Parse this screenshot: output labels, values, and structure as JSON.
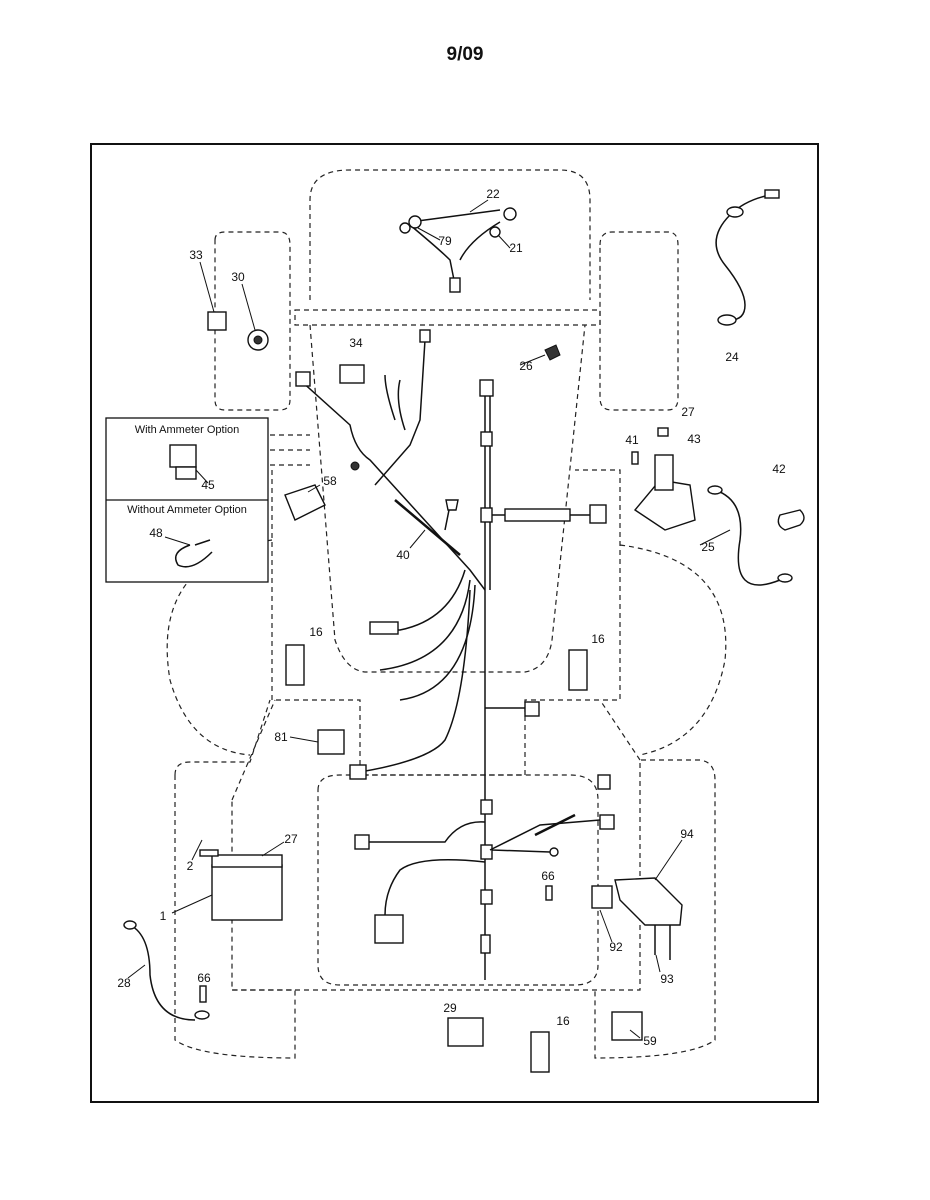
{
  "page_code": "9/09",
  "options": {
    "with_ammeter": "With Ammeter Option",
    "without_ammeter": "Without Ammeter Option"
  },
  "callouts": [
    "22",
    "79",
    "21",
    "33",
    "30",
    "34",
    "26",
    "24",
    "27",
    "41",
    "43",
    "42",
    "45",
    "48",
    "58",
    "40",
    "25",
    "16",
    "16",
    "81",
    "27",
    "2",
    "1",
    "94",
    "66",
    "92",
    "93",
    "28",
    "66",
    "29",
    "16",
    "59"
  ]
}
